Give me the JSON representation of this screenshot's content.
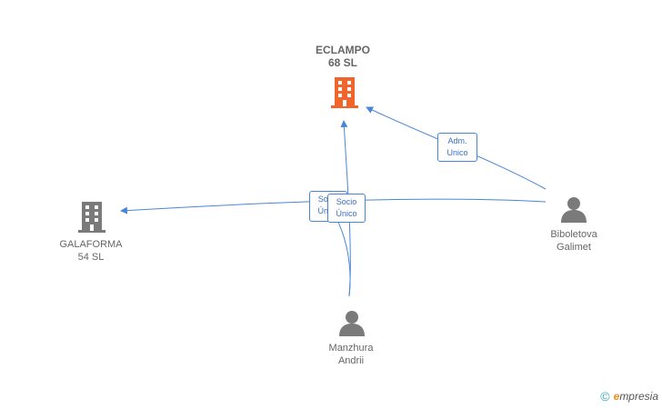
{
  "colors": {
    "edge": "#4a86d8",
    "company_main": "#f0652b",
    "company": "#7a7a7a",
    "person": "#7a7a7a"
  },
  "nodes": {
    "eclampo": {
      "line1": "ECLAMPO",
      "line2": "68 SL",
      "icon": "building-icon"
    },
    "galaforma": {
      "line1": "GALAFORMA",
      "line2": "54 SL",
      "icon": "building-icon"
    },
    "biboletova": {
      "line1": "Biboletova",
      "line2": "Galimet",
      "icon": "person-icon"
    },
    "manzhura": {
      "line1": "Manzhura",
      "line2": "Andrii",
      "icon": "person-icon"
    }
  },
  "edges": {
    "adm_unico": {
      "line1": "Adm.",
      "line2": "Unico"
    },
    "socio_unico_back": {
      "line1": "Socio",
      "line2": "Único"
    },
    "socio_unico_front": {
      "line1": "Socio",
      "line2": "Único"
    }
  },
  "brand": {
    "copyright": "©",
    "e_letter": "e",
    "rest": "mpresia"
  }
}
